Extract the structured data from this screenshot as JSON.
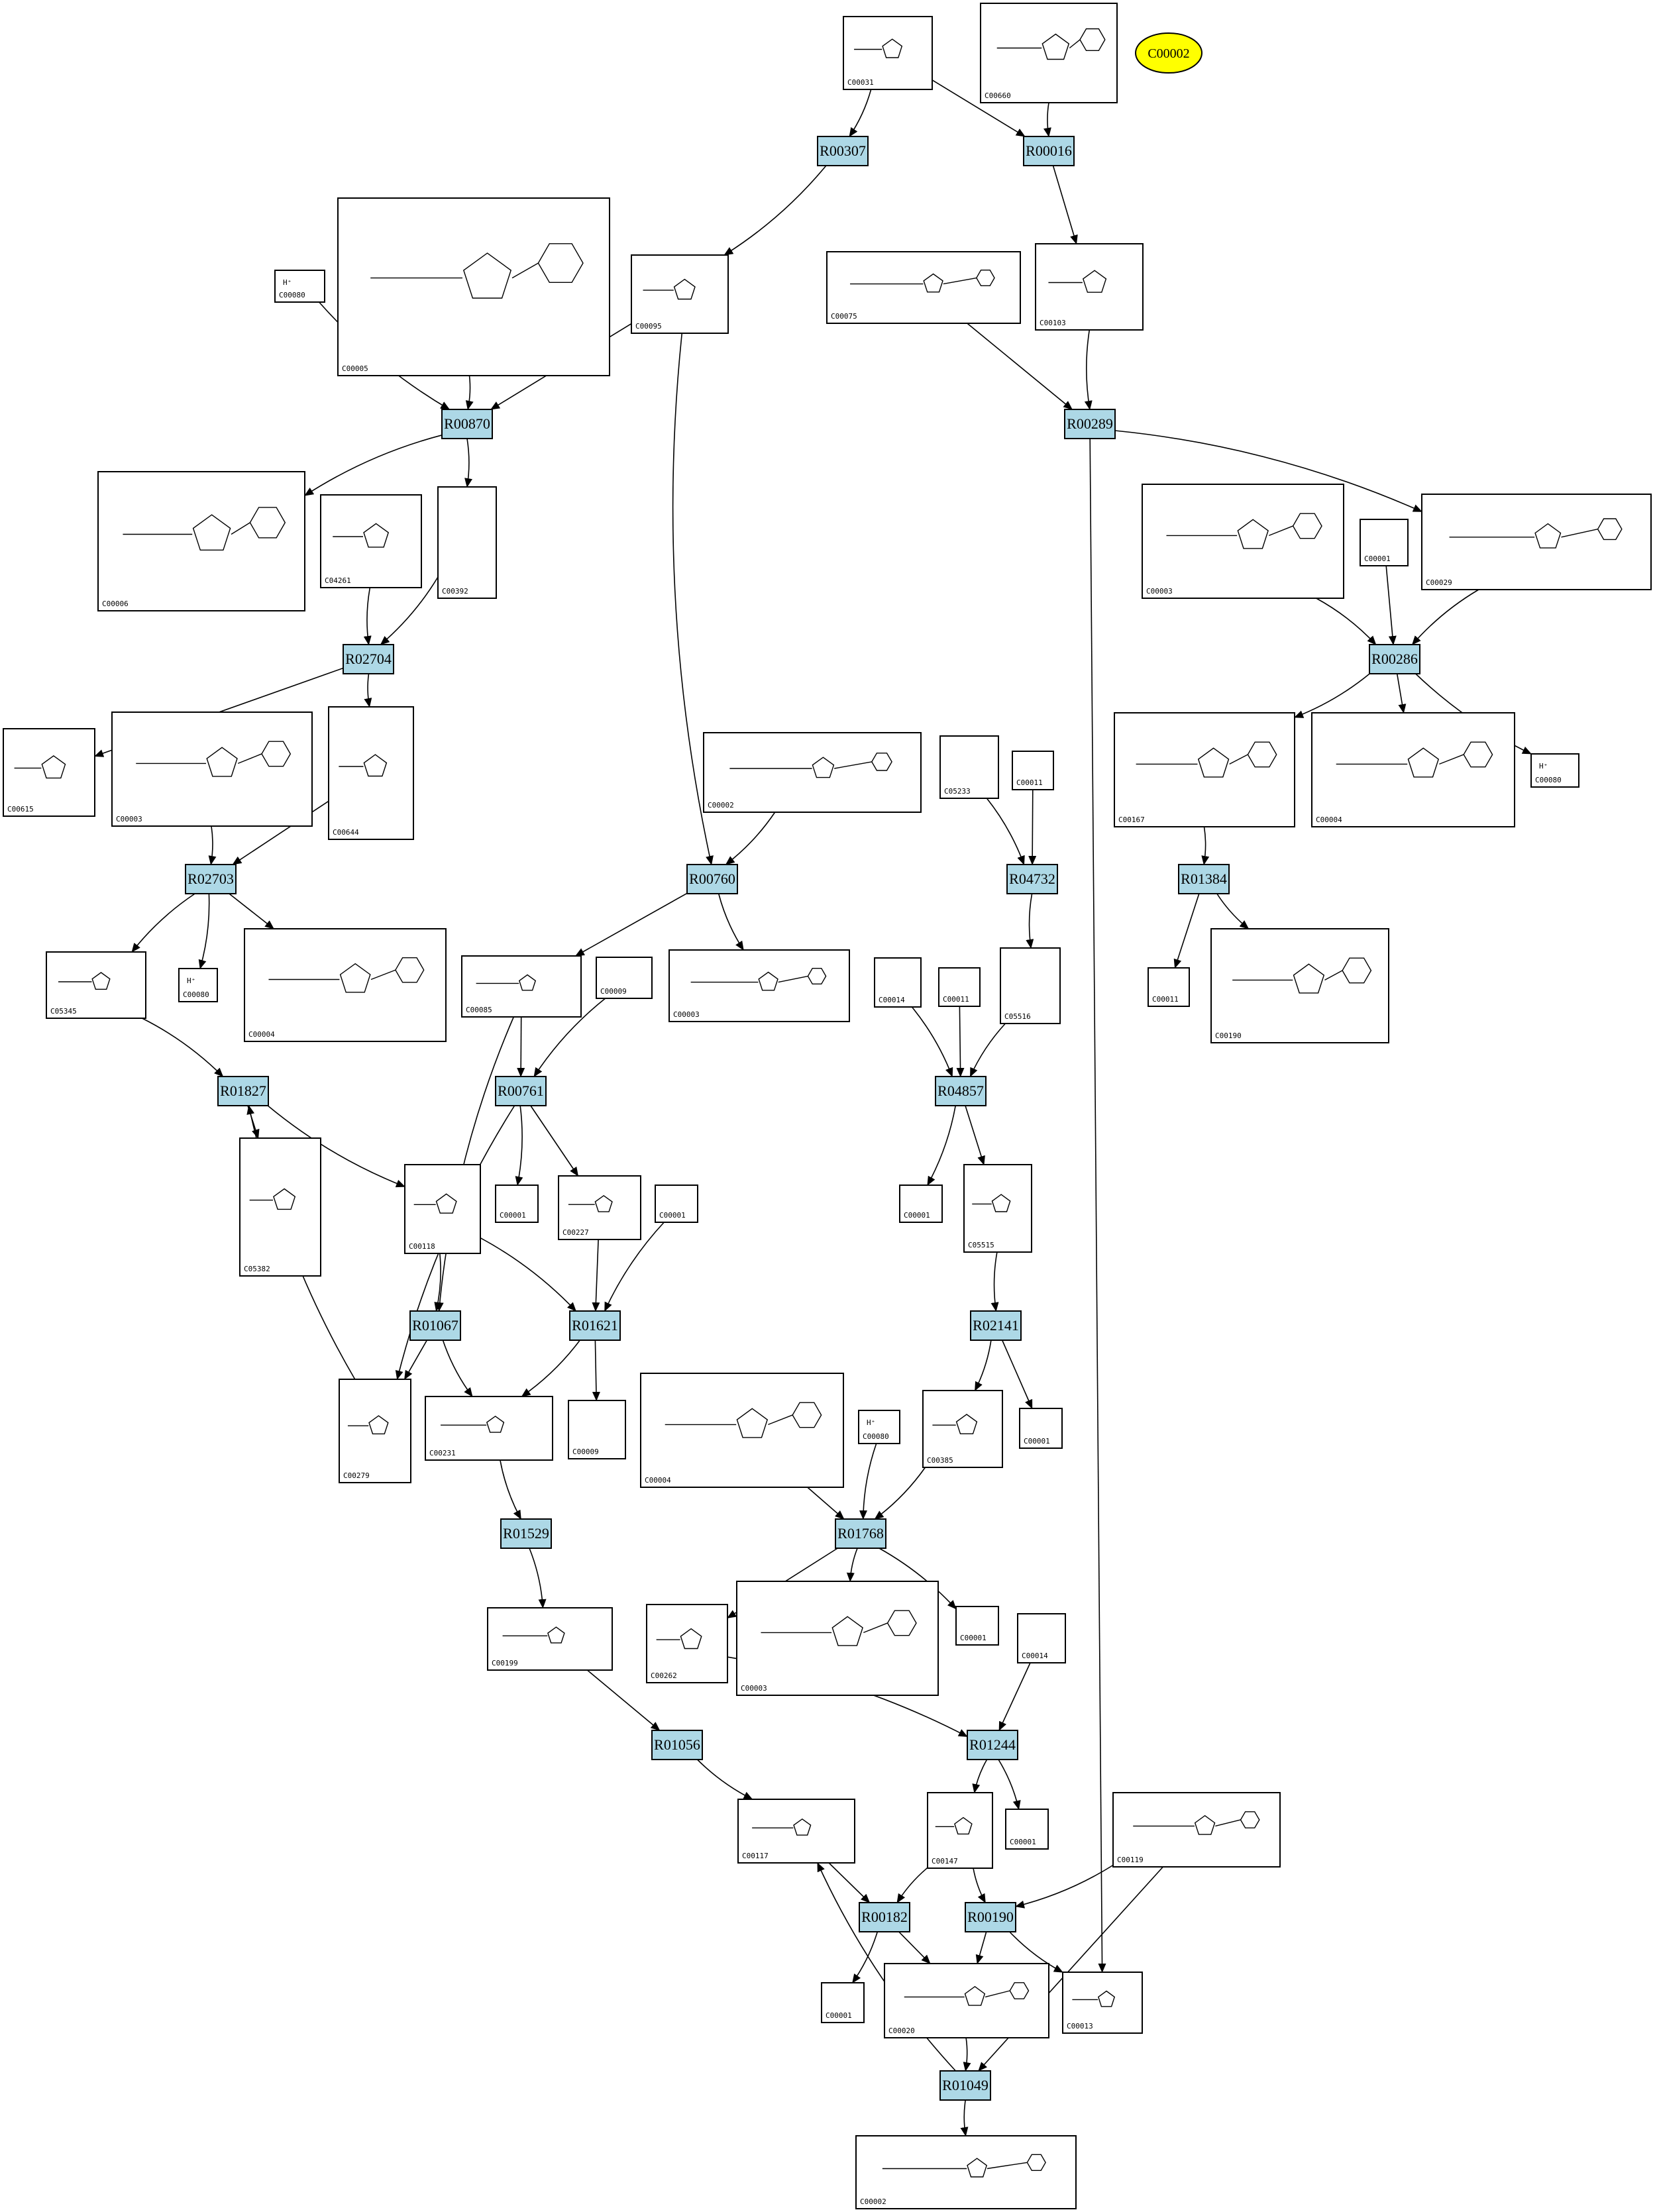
{
  "legend": {
    "label": "C00002",
    "color": "#ffff00"
  },
  "colors": {
    "reaction": "#add8e6",
    "compound_border": "#000000"
  },
  "reactions": [
    {
      "id": "R00307",
      "label": "R00307"
    },
    {
      "id": "R00016",
      "label": "R00016"
    },
    {
      "id": "R00870",
      "label": "R00870"
    },
    {
      "id": "R00289",
      "label": "R00289"
    },
    {
      "id": "R02704",
      "label": "R02704"
    },
    {
      "id": "R00286",
      "label": "R00286"
    },
    {
      "id": "R02703",
      "label": "R02703"
    },
    {
      "id": "R00760",
      "label": "R00760"
    },
    {
      "id": "R04732",
      "label": "R04732"
    },
    {
      "id": "R01384",
      "label": "R01384"
    },
    {
      "id": "R01827",
      "label": "R01827"
    },
    {
      "id": "R00761",
      "label": "R00761"
    },
    {
      "id": "R04857",
      "label": "R04857"
    },
    {
      "id": "R01067",
      "label": "R01067"
    },
    {
      "id": "R01621",
      "label": "R01621"
    },
    {
      "id": "R02141",
      "label": "R02141"
    },
    {
      "id": "R01529",
      "label": "R01529"
    },
    {
      "id": "R01768",
      "label": "R01768"
    },
    {
      "id": "R01056",
      "label": "R01056"
    },
    {
      "id": "R01244",
      "label": "R01244"
    },
    {
      "id": "R00182",
      "label": "R00182"
    },
    {
      "id": "R00190",
      "label": "R00190"
    },
    {
      "id": "R01049",
      "label": "R01049"
    }
  ],
  "compounds": [
    {
      "id": "c1",
      "label": "C00031"
    },
    {
      "id": "c2",
      "label": "C00660"
    },
    {
      "id": "c3",
      "label": "C00080",
      "formula": "H⁺"
    },
    {
      "id": "c4",
      "label": "C00005"
    },
    {
      "id": "c5",
      "label": "C00095"
    },
    {
      "id": "c6",
      "label": "C00075"
    },
    {
      "id": "c7",
      "label": "C00103"
    },
    {
      "id": "c8",
      "label": "C00006"
    },
    {
      "id": "c9",
      "label": "C04261"
    },
    {
      "id": "c10",
      "label": "C00392"
    },
    {
      "id": "c11",
      "label": "C00003"
    },
    {
      "id": "c12",
      "label": "C00001"
    },
    {
      "id": "c13",
      "label": "C00029"
    },
    {
      "id": "c14",
      "label": "C00615"
    },
    {
      "id": "c15",
      "label": "C00003"
    },
    {
      "id": "c16",
      "label": "C00644"
    },
    {
      "id": "c17",
      "label": "C00002"
    },
    {
      "id": "c18",
      "label": "C05233"
    },
    {
      "id": "c19",
      "label": "C00011"
    },
    {
      "id": "c20",
      "label": "C00167"
    },
    {
      "id": "c21",
      "label": "C00004"
    },
    {
      "id": "c22",
      "label": "C00080",
      "formula": "H⁺"
    },
    {
      "id": "c23",
      "label": "C05345"
    },
    {
      "id": "c24",
      "label": "C00080",
      "formula": "H⁺"
    },
    {
      "id": "c25",
      "label": "C00004"
    },
    {
      "id": "c26",
      "label": "C00085"
    },
    {
      "id": "c27",
      "label": "C00009"
    },
    {
      "id": "c28",
      "label": "C00003"
    },
    {
      "id": "c29",
      "label": "C00014"
    },
    {
      "id": "c30",
      "label": "C00011"
    },
    {
      "id": "c31",
      "label": "C05516"
    },
    {
      "id": "c32",
      "label": "C00011"
    },
    {
      "id": "c33",
      "label": "C00190"
    },
    {
      "id": "c34",
      "label": "C05382"
    },
    {
      "id": "c35",
      "label": "C00118"
    },
    {
      "id": "c36",
      "label": "C00001"
    },
    {
      "id": "c37",
      "label": "C00227"
    },
    {
      "id": "c38",
      "label": "C00001"
    },
    {
      "id": "c39",
      "label": "C00001"
    },
    {
      "id": "c40",
      "label": "C05515"
    },
    {
      "id": "c41",
      "label": "C00279"
    },
    {
      "id": "c42",
      "label": "C00231"
    },
    {
      "id": "c43",
      "label": "C00009"
    },
    {
      "id": "c44",
      "label": "C00004"
    },
    {
      "id": "c45",
      "label": "C00080",
      "formula": "H⁺"
    },
    {
      "id": "c46",
      "label": "C00385"
    },
    {
      "id": "c47",
      "label": "C00001"
    },
    {
      "id": "c48",
      "label": "C00199"
    },
    {
      "id": "c49",
      "label": "C00262"
    },
    {
      "id": "c50",
      "label": "C00003"
    },
    {
      "id": "c51",
      "label": "C00001"
    },
    {
      "id": "c52",
      "label": "C00014"
    },
    {
      "id": "c53",
      "label": "C00117"
    },
    {
      "id": "c54",
      "label": "C00147"
    },
    {
      "id": "c55",
      "label": "C00001"
    },
    {
      "id": "c56",
      "label": "C00119"
    },
    {
      "id": "c57",
      "label": "C00001"
    },
    {
      "id": "c58",
      "label": "C00020"
    },
    {
      "id": "c59",
      "label": "C00013"
    },
    {
      "id": "c60",
      "label": "C00002"
    }
  ]
}
